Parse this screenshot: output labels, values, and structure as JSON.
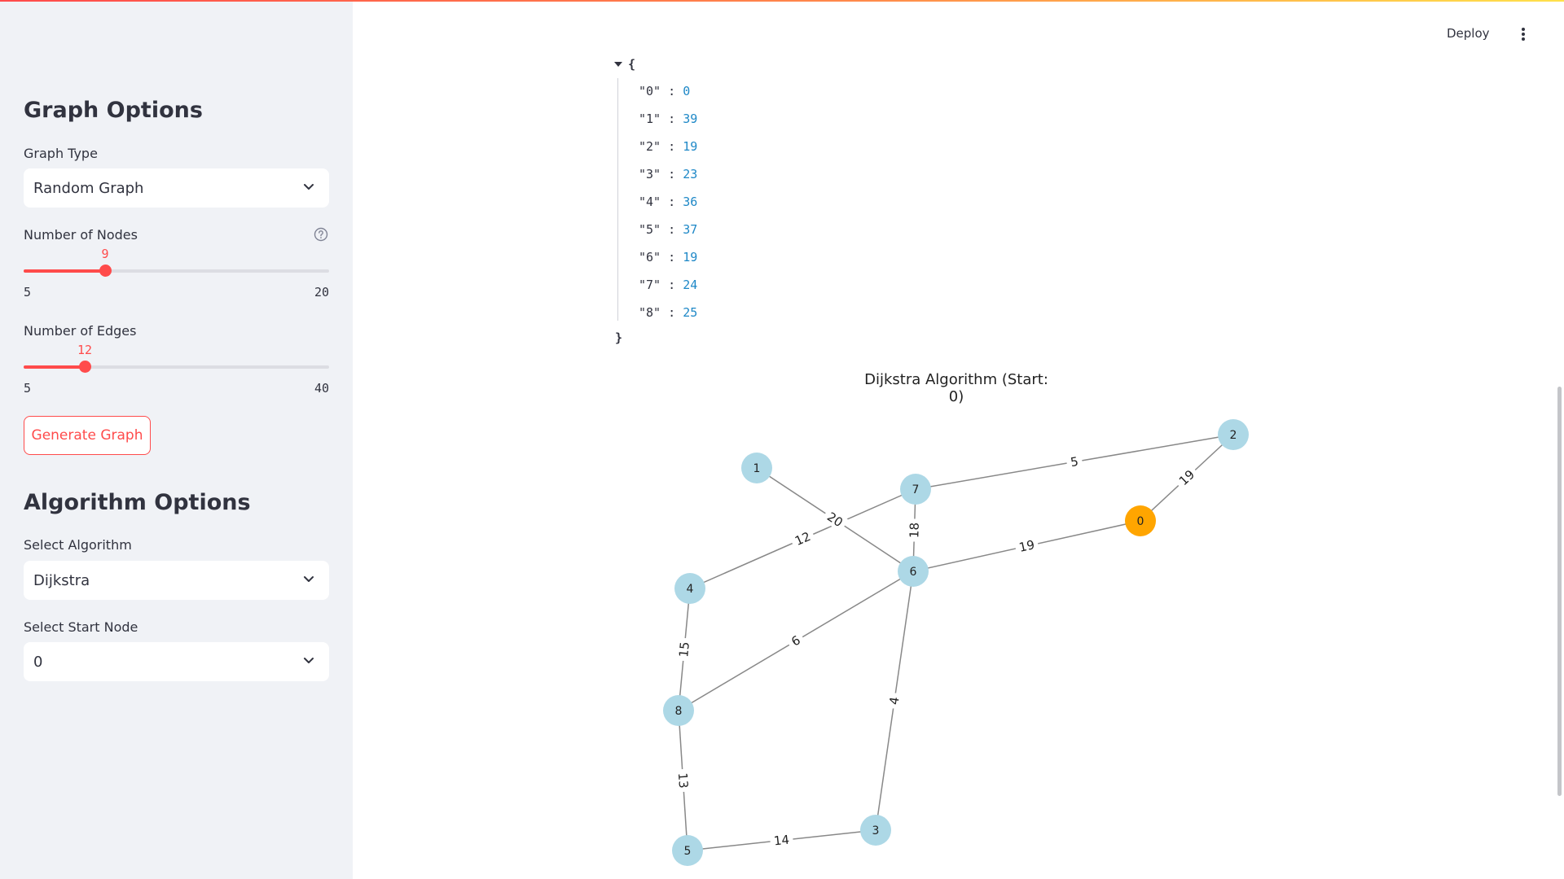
{
  "header": {
    "deploy_label": "Deploy"
  },
  "sidebar": {
    "graph_options_heading": "Graph Options",
    "graph_type": {
      "label": "Graph Type",
      "value": "Random Graph"
    },
    "num_nodes": {
      "label": "Number of Nodes",
      "value": 9,
      "min": 5,
      "max": 20,
      "value_text": "9",
      "min_text": "5",
      "max_text": "20"
    },
    "num_edges": {
      "label": "Number of Edges",
      "value": 12,
      "min": 5,
      "max": 40,
      "value_text": "12",
      "min_text": "5",
      "max_text": "40"
    },
    "generate_button": "Generate Graph",
    "algorithm_options_heading": "Algorithm Options",
    "algorithm": {
      "label": "Select Algorithm",
      "value": "Dijkstra"
    },
    "start_node": {
      "label": "Select Start Node",
      "value": "0"
    }
  },
  "json_output": {
    "open_brace": "{",
    "close_brace": "}",
    "rows": [
      {
        "key": "\"0\"",
        "value": "0"
      },
      {
        "key": "\"1\"",
        "value": "39"
      },
      {
        "key": "\"2\"",
        "value": "19"
      },
      {
        "key": "\"3\"",
        "value": "23"
      },
      {
        "key": "\"4\"",
        "value": "36"
      },
      {
        "key": "\"5\"",
        "value": "37"
      },
      {
        "key": "\"6\"",
        "value": "19"
      },
      {
        "key": "\"7\"",
        "value": "24"
      },
      {
        "key": "\"8\"",
        "value": "25"
      }
    ]
  },
  "graph": {
    "title": "Dijkstra Algorithm (Start: 0)",
    "start_node": "0",
    "colors": {
      "node": "#add8e6",
      "start_node": "#ffa500",
      "edge": "#888888"
    },
    "nodes": [
      "0",
      "1",
      "2",
      "3",
      "4",
      "5",
      "6",
      "7",
      "8"
    ],
    "edges": [
      {
        "from": "7",
        "to": "2",
        "weight": "5"
      },
      {
        "from": "0",
        "to": "2",
        "weight": "19"
      },
      {
        "from": "1",
        "to": "6",
        "weight": "20"
      },
      {
        "from": "4",
        "to": "7",
        "weight": "12"
      },
      {
        "from": "7",
        "to": "6",
        "weight": "18"
      },
      {
        "from": "6",
        "to": "0",
        "weight": "19"
      },
      {
        "from": "4",
        "to": "8",
        "weight": "15"
      },
      {
        "from": "8",
        "to": "6",
        "weight": "6"
      },
      {
        "from": "6",
        "to": "3",
        "weight": "4"
      },
      {
        "from": "8",
        "to": "5",
        "weight": "13"
      },
      {
        "from": "5",
        "to": "3",
        "weight": "14"
      }
    ]
  }
}
